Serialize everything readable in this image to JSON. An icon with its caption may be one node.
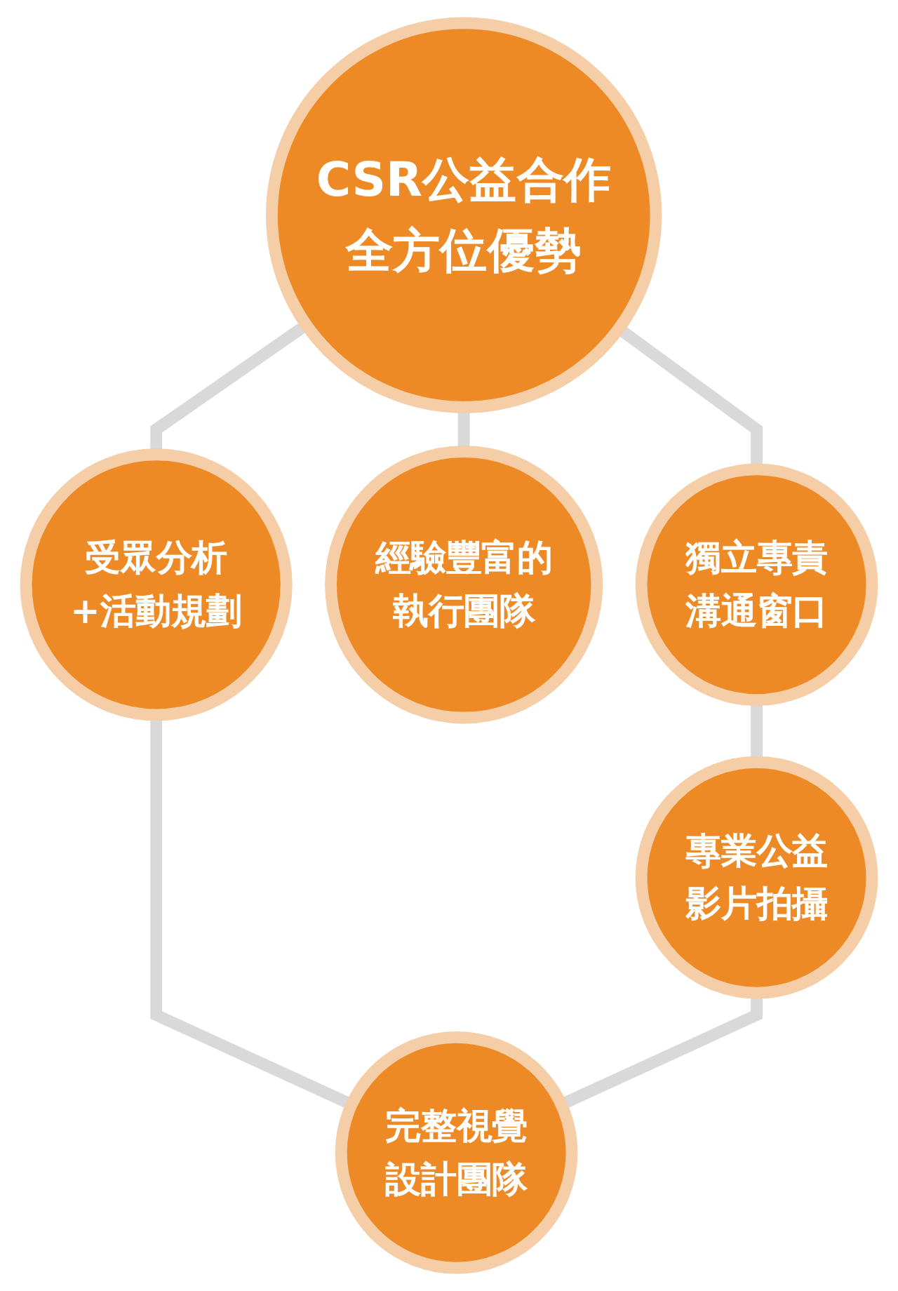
{
  "diagram": {
    "nodes": [
      {
        "text": [
          "CSR公益合作全方位優勢"
        ]
      },
      {
        "text": [
          "獨立專責溝通窗口"
        ]
      },
      {
        "text": [
          "受眾分析+活動規劃"
        ]
      },
      {
        "text": [
          "經驗豐富的執行團隊"
        ]
      },
      {
        "text": [
          "專業公益影片拍攝"
        ]
      },
      {
        "text": [
          "完整視覺設計團隊"
        ]
      }
    ],
    "edges": [
      {
        "from": 0,
        "to": 2,
        "arrow": "none"
      },
      {
        "from": 0,
        "to": 3,
        "arrow": "none"
      },
      {
        "from": 0,
        "to": 1,
        "arrow": "none"
      },
      {
        "from": 2,
        "to": 5,
        "arrow": "none"
      },
      {
        "from": 1,
        "to": 4,
        "arrow": "none"
      },
      {
        "from": 4,
        "to": 5,
        "arrow": "none"
      }
    ]
  }
}
